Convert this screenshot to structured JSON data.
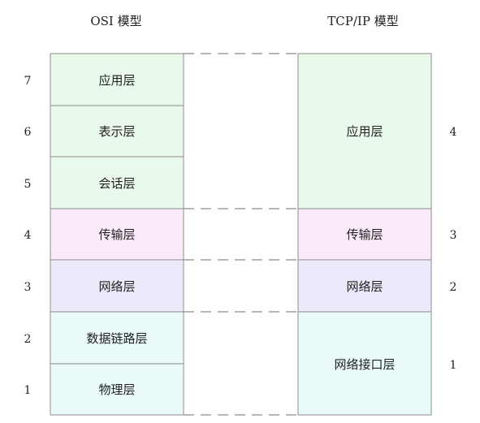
{
  "osi": {
    "title": "OSI 模型",
    "layers": [
      {
        "num": "7",
        "label": "应用层",
        "color": "#eafaea"
      },
      {
        "num": "6",
        "label": "表示层",
        "color": "#eafaea"
      },
      {
        "num": "5",
        "label": "会话层",
        "color": "#eafaea"
      },
      {
        "num": "4",
        "label": "传输层",
        "color": "#faeafa"
      },
      {
        "num": "3",
        "label": "网络层",
        "color": "#eaeafa"
      },
      {
        "num": "2",
        "label": "数据链路层",
        "color": "#eafafa"
      },
      {
        "num": "1",
        "label": "物理层",
        "color": "#eafafa"
      }
    ]
  },
  "tcpip": {
    "title": "TCP/IP 模型",
    "layers": [
      {
        "num": "4",
        "label": "应用层",
        "color": "#eafaea"
      },
      {
        "num": "3",
        "label": "传输层",
        "color": "#faeafa"
      },
      {
        "num": "2",
        "label": "网络层",
        "color": "#eaeafa"
      },
      {
        "num": "1",
        "label": "网络接口层",
        "color": "#eafafa"
      }
    ]
  }
}
